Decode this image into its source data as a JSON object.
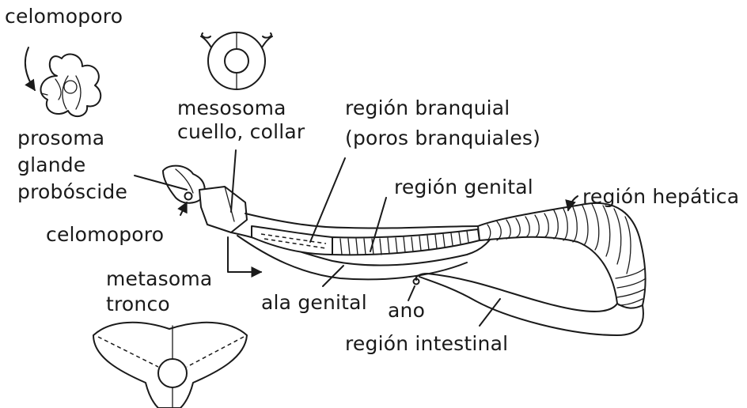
{
  "labels": {
    "celomoporo_top": "celomoporo",
    "mesosoma": "mesosoma",
    "cuello_collar": "cuello, collar",
    "region_branquial": "región branquial",
    "poros_branquiales": "(poros branquiales)",
    "prosoma": "prosoma",
    "glande": "glande",
    "proboscide": "probóscide",
    "region_genital": "región genital",
    "region_hepatica": "región hepática",
    "celomoporo_mid": "celomoporo",
    "metasoma": "metasoma",
    "tronco": "tronco",
    "ala_genital": "ala genital",
    "ano": "ano",
    "region_intestinal": "región intestinal"
  },
  "colors": {
    "ink": "#1a1a1a",
    "background": "#ffffff"
  }
}
